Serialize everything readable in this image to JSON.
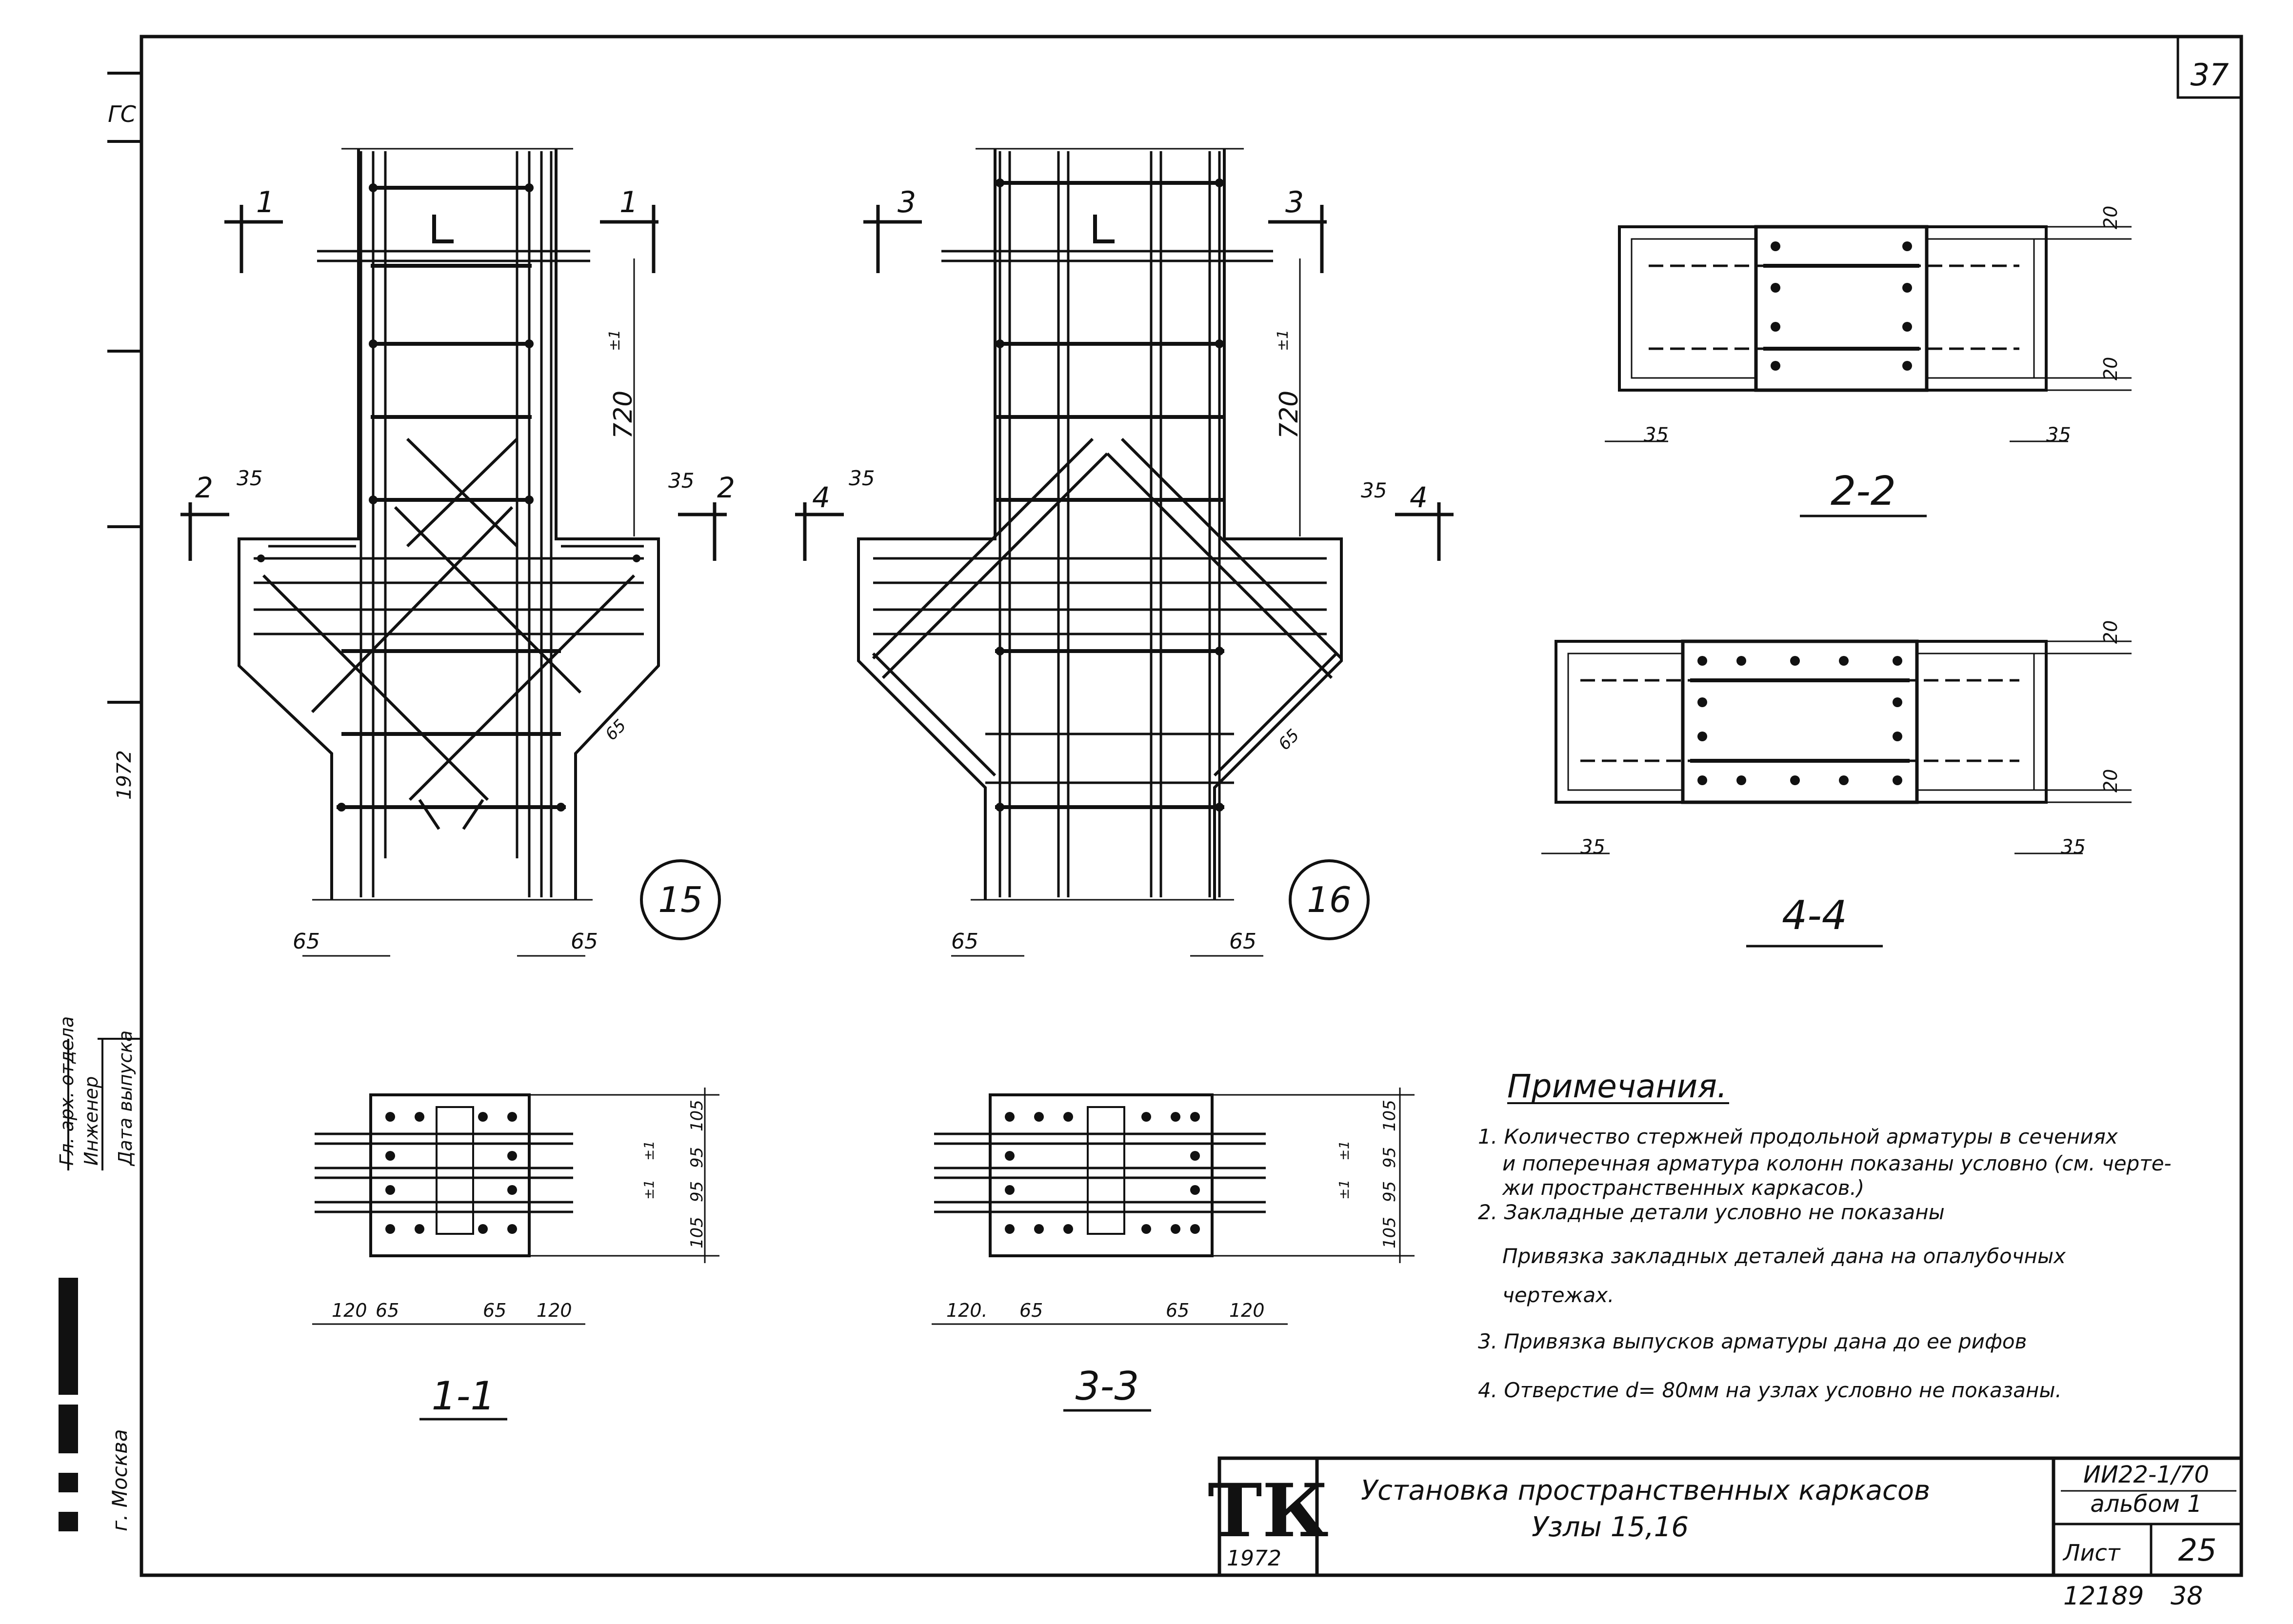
{
  "sheet_number": "37",
  "nodes": {
    "node_15": {
      "number": "15",
      "section_top": "1",
      "section_side": "2",
      "dim_height": "720",
      "dim_right": "35",
      "dim_left": "35",
      "dim_bottom_left": "65",
      "dim_bottom_right": "65",
      "dim_haunch": "65",
      "tag_v": "±1"
    },
    "node_16": {
      "number": "16",
      "section_top": "3",
      "section_side": "4",
      "dim_height": "720",
      "dim_right": "35",
      "dim_left": "35",
      "dim_bottom_left": "65",
      "dim_bottom_right": "65",
      "dim_haunch": "65",
      "tag_v": "±1"
    }
  },
  "sections": {
    "s11": {
      "title": "1-1",
      "dims_left": [
        "120",
        "65"
      ],
      "dims_right": [
        "65",
        "120"
      ],
      "dims_vertical": [
        "105",
        "95",
        "95",
        "105"
      ],
      "tags": [
        "±1",
        "±1"
      ]
    },
    "s33": {
      "title": "3-3",
      "dims_left": [
        "120.",
        "65"
      ],
      "dims_right": [
        "65",
        "120"
      ],
      "dims_vertical": [
        "105",
        "95",
        "95",
        "105"
      ],
      "tags": [
        "±1",
        "±1"
      ]
    },
    "s22": {
      "title": "2-2",
      "dims_top": "20",
      "dims_bottom": "20",
      "dim_left": "35",
      "dim_right": "35"
    },
    "s44": {
      "title": "4-4",
      "dims_top": "20",
      "dims_bottom": "20",
      "dim_left": "35",
      "dim_right": "35"
    }
  },
  "notes": {
    "heading": "Примечания.",
    "lines": [
      "1. Количество стержней продольной арматуры в сечениях",
      "и поперечная арматура колонн показаны условно (см. черте-",
      "жи пространственных каркасов.)",
      "2. Закладные детали условно не показаны",
      "Привязка закладных деталей дана на опалубочных",
      "чертежах.",
      "3. Привязка выпусков арматуры дана до ее рифов",
      "4. Отверстие d= 80мм на узлах условно не показаны."
    ]
  },
  "title_block": {
    "logo": "ТК",
    "logo_year": "1972",
    "title_line1": "Установка пространственных каркасов",
    "title_line2": "Узлы 15,16",
    "series": "ИИ22-1/70",
    "album": "альбом 1",
    "sheet_label": "Лист",
    "sheet_no": "25",
    "footer_left": "12189",
    "footer_right": "38"
  },
  "margin": {
    "stamp_lines": [
      "Гл. арх. отдела",
      "Инженер",
      "Дата выпуска"
    ],
    "year": "1972",
    "city": "г. Москва",
    "short_mark": "ГС"
  }
}
